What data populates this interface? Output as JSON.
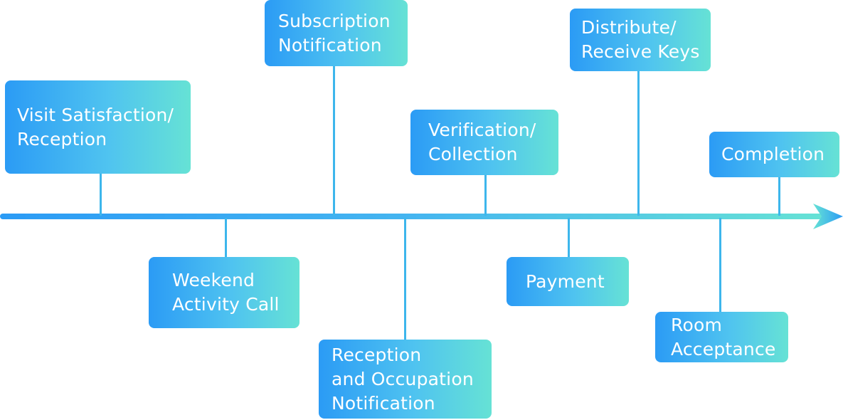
{
  "colors": {
    "gradient_start": "#2b9bf5",
    "gradient_end": "#66e2d5",
    "text": "#ffffff",
    "connector": "#3db6ec"
  },
  "timeline": {
    "above": [
      {
        "label": "Visit Satisfaction/\nReception"
      },
      {
        "label": "Subscription\nNotification"
      },
      {
        "label": "Verification/\nCollection"
      },
      {
        "label": "Distribute/\nReceive Keys"
      },
      {
        "label": "Completion"
      }
    ],
    "below": [
      {
        "label": "Weekend\nActivity Call"
      },
      {
        "label": "Reception\nand Occupation\nNotification"
      },
      {
        "label": "Payment"
      },
      {
        "label": "Room\nAcceptance"
      }
    ]
  }
}
